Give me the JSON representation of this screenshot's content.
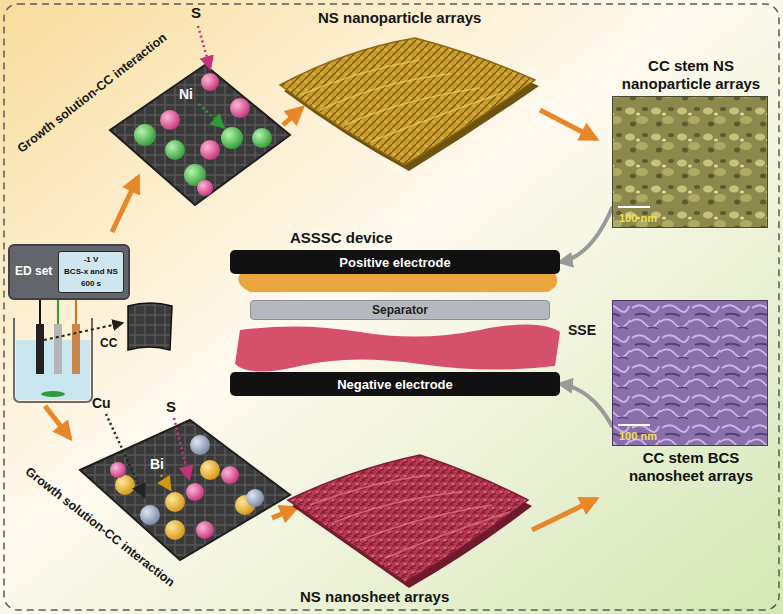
{
  "diagram": {
    "nodes": [
      {
        "text": [
          "ED set"
        ]
      },
      {
        "text": [
          "-1 V",
          "BCS-x and NS",
          "600 s"
        ],
        "in": 0
      },
      {
        "text": [
          "CC stem NS nanoparticle arrays",
          "100 nm"
        ]
      },
      {
        "text": [
          "CC stem BCS nanosheet arrays",
          "100 nm"
        ]
      },
      {
        "text": [
          "Positive electrode"
        ]
      },
      {
        "text": [
          "Separator"
        ]
      },
      {
        "text": [
          "Negative electrode"
        ]
      }
    ],
    "edges": [
      {
        "from": 2,
        "to": 4,
        "arrow": "to"
      },
      {
        "from": 3,
        "to": 6,
        "arrow": "to"
      }
    ],
    "labels": [
      "Growth solution-CC interaction",
      "S",
      "Ni",
      "NS nanoparticle arrays",
      "ASSSC device",
      "SSE",
      "CC",
      "Cu",
      "S",
      "Bi",
      "Growth solution-CC interaction",
      "NS nanosheet arrays"
    ]
  }
}
